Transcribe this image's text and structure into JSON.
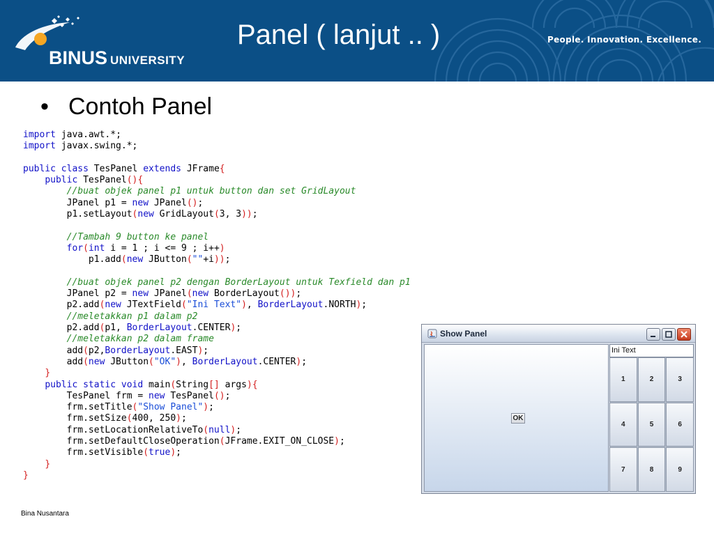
{
  "header": {
    "title": "Panel ( lanjut .. )",
    "brand_main": "BINUS",
    "brand_sub": "UNIVERSITY",
    "tagline": "People. Innovation. Excellence."
  },
  "bullet": {
    "marker": "•",
    "text": "Contoh Panel"
  },
  "code_lines": [
    [
      [
        "import",
        "kw"
      ],
      [
        " java.awt.",
        ""
      ],
      [
        "*",
        "nr"
      ],
      [
        ";",
        ""
      ]
    ],
    [
      [
        "import",
        "kw"
      ],
      [
        " javax.swing.",
        ""
      ],
      [
        "*",
        "nr"
      ],
      [
        ";",
        ""
      ]
    ],
    [],
    [
      [
        "public class",
        "kw"
      ],
      [
        " TesPanel ",
        ""
      ],
      [
        "extends",
        "kw"
      ],
      [
        " JFrame",
        ""
      ],
      [
        "{",
        "br"
      ]
    ],
    [
      [
        "    ",
        ""
      ],
      [
        "public",
        "kw"
      ],
      [
        " TesPanel",
        ""
      ],
      [
        "(){",
        "br"
      ]
    ],
    [
      [
        "        ",
        ""
      ],
      [
        "//buat objek panel p1 untuk button dan set GridLayout",
        "cm"
      ]
    ],
    [
      [
        "        JPanel p1 = ",
        ""
      ],
      [
        "new",
        "kw"
      ],
      [
        " JPanel",
        ""
      ],
      [
        "()",
        "br"
      ],
      [
        ";",
        ""
      ]
    ],
    [
      [
        "        p1.setLayout",
        ""
      ],
      [
        "(",
        "br"
      ],
      [
        "new",
        "kw"
      ],
      [
        " GridLayout",
        ""
      ],
      [
        "(",
        "br"
      ],
      [
        "3, 3",
        ""
      ],
      [
        "))",
        "br"
      ],
      [
        ";",
        ""
      ]
    ],
    [],
    [
      [
        "        ",
        ""
      ],
      [
        "//Tambah 9 button ke panel",
        "cm"
      ]
    ],
    [
      [
        "        ",
        ""
      ],
      [
        "for",
        "kw"
      ],
      [
        "(",
        "br"
      ],
      [
        "int",
        "kw"
      ],
      [
        " i = 1 ; i <= 9 ; i++",
        ""
      ],
      [
        ")",
        "br"
      ]
    ],
    [
      [
        "            p1.add",
        ""
      ],
      [
        "(",
        "br"
      ],
      [
        "new",
        "kw"
      ],
      [
        " JButton",
        ""
      ],
      [
        "(",
        "br"
      ],
      [
        "\"\"",
        "st"
      ],
      [
        "+i",
        ""
      ],
      [
        "))",
        "br"
      ],
      [
        ";",
        ""
      ]
    ],
    [],
    [
      [
        "        ",
        ""
      ],
      [
        "//buat objek panel p2 dengan BorderLayout untuk Texfield dan p1",
        "cm"
      ]
    ],
    [
      [
        "        JPanel p2 = ",
        ""
      ],
      [
        "new",
        "kw"
      ],
      [
        " JPanel",
        ""
      ],
      [
        "(",
        "br"
      ],
      [
        "new",
        "kw"
      ],
      [
        " BorderLayout",
        ""
      ],
      [
        "())",
        "br"
      ],
      [
        ";",
        ""
      ]
    ],
    [
      [
        "        p2.add",
        ""
      ],
      [
        "(",
        "br"
      ],
      [
        "new",
        "kw"
      ],
      [
        " JTextField",
        ""
      ],
      [
        "(",
        "br"
      ],
      [
        "\"Ini Text\"",
        "st"
      ],
      [
        ")",
        "br"
      ],
      [
        ", ",
        ""
      ],
      [
        "BorderLayout",
        "fld"
      ],
      [
        ".NORTH",
        ""
      ],
      [
        ")",
        "br"
      ],
      [
        ";",
        ""
      ]
    ],
    [
      [
        "        ",
        ""
      ],
      [
        "//meletakkan p1 dalam p2",
        "cm"
      ]
    ],
    [
      [
        "        p2.add",
        ""
      ],
      [
        "(",
        "br"
      ],
      [
        "p1, ",
        ""
      ],
      [
        "BorderLayout",
        "fld"
      ],
      [
        ".CENTER",
        ""
      ],
      [
        ")",
        "br"
      ],
      [
        ";",
        ""
      ]
    ],
    [
      [
        "        ",
        ""
      ],
      [
        "//meletakkan p2 dalam frame",
        "cm"
      ]
    ],
    [
      [
        "        add",
        ""
      ],
      [
        "(",
        "br"
      ],
      [
        "p2,",
        ""
      ],
      [
        "BorderLayout",
        "fld"
      ],
      [
        ".EAST",
        ""
      ],
      [
        ")",
        "br"
      ],
      [
        ";",
        ""
      ]
    ],
    [
      [
        "        add",
        ""
      ],
      [
        "(",
        "br"
      ],
      [
        "new",
        "kw"
      ],
      [
        " JButton",
        ""
      ],
      [
        "(",
        "br"
      ],
      [
        "\"OK\"",
        "st"
      ],
      [
        ")",
        "br"
      ],
      [
        ", ",
        ""
      ],
      [
        "BorderLayout",
        "fld"
      ],
      [
        ".CENTER",
        ""
      ],
      [
        ")",
        "br"
      ],
      [
        ";",
        ""
      ]
    ],
    [
      [
        "    ",
        ""
      ],
      [
        "}",
        "br"
      ]
    ],
    [
      [
        "    ",
        ""
      ],
      [
        "public static void",
        "kw"
      ],
      [
        " main",
        ""
      ],
      [
        "(",
        "br"
      ],
      [
        "String",
        ""
      ],
      [
        "[]",
        "br"
      ],
      [
        " args",
        ""
      ],
      [
        "){",
        "br"
      ]
    ],
    [
      [
        "        TesPanel frm = ",
        ""
      ],
      [
        "new",
        "kw"
      ],
      [
        " TesPanel",
        ""
      ],
      [
        "()",
        "br"
      ],
      [
        ";",
        ""
      ]
    ],
    [
      [
        "        frm.setTitle",
        ""
      ],
      [
        "(",
        "br"
      ],
      [
        "\"Show Panel\"",
        "st"
      ],
      [
        ")",
        "br"
      ],
      [
        ";",
        ""
      ]
    ],
    [
      [
        "        frm.setSize",
        ""
      ],
      [
        "(",
        "br"
      ],
      [
        "400, 250",
        ""
      ],
      [
        ")",
        "br"
      ],
      [
        ";",
        ""
      ]
    ],
    [
      [
        "        frm.setLocationRelativeTo",
        ""
      ],
      [
        "(",
        "br"
      ],
      [
        "null",
        "kw"
      ],
      [
        ")",
        "br"
      ],
      [
        ";",
        ""
      ]
    ],
    [
      [
        "        frm.setDefaultCloseOperation",
        ""
      ],
      [
        "(",
        "br"
      ],
      [
        "JFrame.EXIT_ON_CLOSE",
        ""
      ],
      [
        ")",
        "br"
      ],
      [
        ";",
        ""
      ]
    ],
    [
      [
        "        frm.setVisible",
        ""
      ],
      [
        "(",
        "br"
      ],
      [
        "true",
        "kw"
      ],
      [
        ")",
        "br"
      ],
      [
        ";",
        ""
      ]
    ],
    [
      [
        "    ",
        ""
      ],
      [
        "}",
        "br"
      ]
    ],
    [
      [
        "}",
        "br"
      ]
    ]
  ],
  "window": {
    "title": "Show Panel",
    "textfield_value": "Ini Text",
    "ok_label": "OK",
    "grid_buttons": [
      "1",
      "2",
      "3",
      "4",
      "5",
      "6",
      "7",
      "8",
      "9"
    ]
  },
  "footer": {
    "text": "Bina Nusantara"
  },
  "colors": {
    "header_bg": "#0b4f86",
    "keyword": "#1212c8",
    "comment": "#2a8a2a",
    "string": "#1b4ed8",
    "bracket": "#d42020"
  }
}
